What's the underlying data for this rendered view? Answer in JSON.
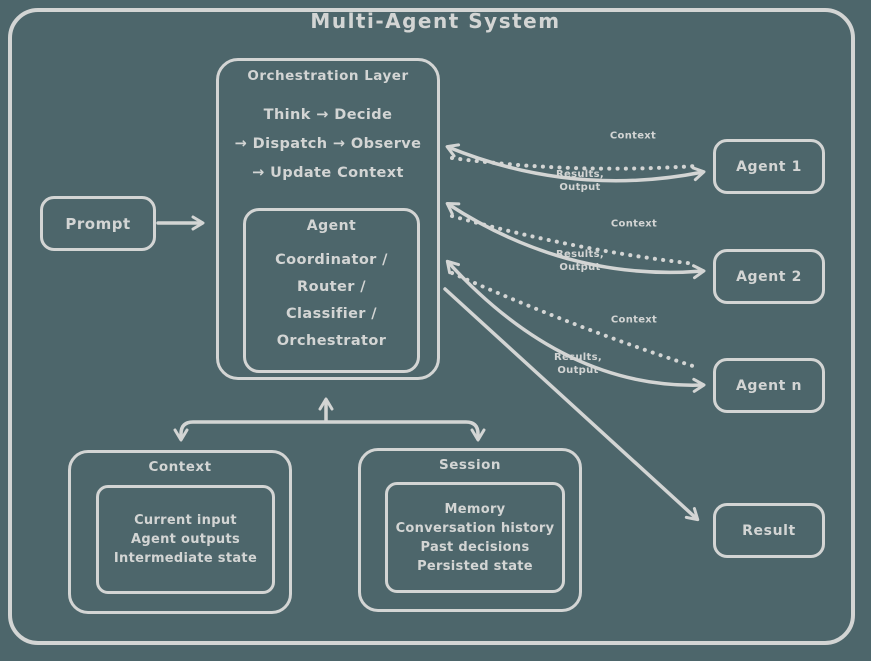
{
  "title": "Multi-Agent System",
  "colors": {
    "background": "#4D666B",
    "stroke": "#D3D5D4"
  },
  "prompt": {
    "label": "Prompt"
  },
  "orchestration": {
    "title": "Orchestration Layer",
    "steps": [
      "Think → Decide",
      "→ Dispatch → Observe",
      "→ Update Context"
    ],
    "agent": {
      "title": "Agent",
      "roles": [
        "Coordinator /",
        "Router /",
        "Classifier /",
        "Orchestrator"
      ]
    }
  },
  "agents": [
    {
      "label": "Agent 1"
    },
    {
      "label": "Agent 2"
    },
    {
      "label": "Agent n"
    }
  ],
  "edge_labels": {
    "context": "Context",
    "results_line1": "Results,",
    "results_line2": "Output"
  },
  "result": {
    "label": "Result"
  },
  "context_store": {
    "title": "Context",
    "items": [
      "Current input",
      "Agent outputs",
      "Intermediate state"
    ]
  },
  "session_store": {
    "title": "Session",
    "items": [
      "Memory",
      "Conversation history",
      "Past decisions",
      "Persisted state"
    ]
  }
}
